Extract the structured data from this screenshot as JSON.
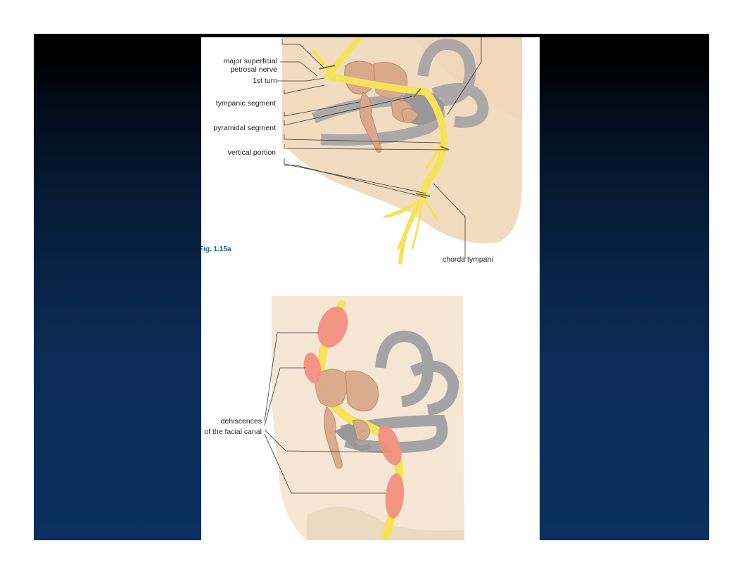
{
  "figure_a": {
    "labels": {
      "major_superficial_line1": "major superficial",
      "major_superficial_line2": "petrosal nerve",
      "first_turn": "1st turn",
      "tympanic_segment": "tympanic segment",
      "pyramidal_segment": "pyramidal segment",
      "vertical_portion": "vertical portion",
      "chorda_tympani": "chorda tympani"
    },
    "caption": "Fig. 1.15a"
  },
  "figure_b": {
    "labels": {
      "dehiscences_line1": "dehiscences",
      "dehiscences_line2": "of the facial canal"
    }
  },
  "colors": {
    "slide_top": "#000000",
    "slide_bottom": "#0b2f5e",
    "nerve": "#f5e35a",
    "bone": "#f2dcc0",
    "ossicles": "#d9a98a",
    "labyrinth": "#a6a3a6",
    "dehiscence": "#f28f82",
    "caption": "#1f5aa0"
  }
}
